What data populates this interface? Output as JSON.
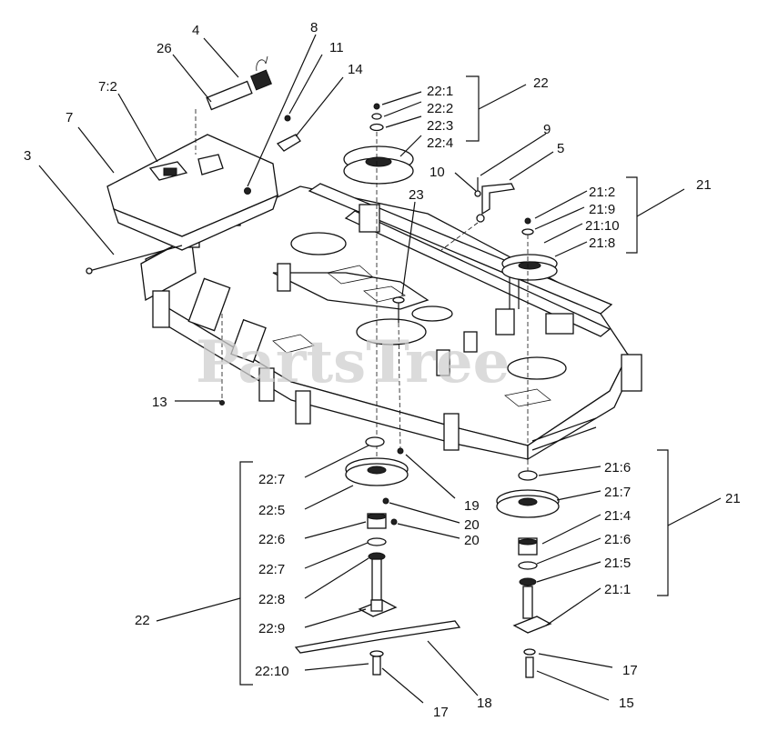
{
  "diagram": {
    "watermark": "PartsTree",
    "labels": {
      "l4": "4",
      "l26": "26",
      "l8": "8",
      "l11": "11",
      "l14": "14",
      "l7_2": "7:2",
      "l7": "7",
      "l3": "3",
      "l22_1": "22:1",
      "l22_2": "22:2",
      "l22_3": "22:3",
      "l22_4": "22:4",
      "l22_top": "22",
      "l9": "9",
      "l5": "5",
      "l10": "10",
      "l23": "23",
      "l21_2": "21:2",
      "l21_9": "21:9",
      "l21_10": "21:10",
      "l21_8": "21:8",
      "l21_top": "21",
      "l13": "13",
      "l22_7a": "22:7",
      "l22_5": "22:5",
      "l22_6": "22:6",
      "l22_7b": "22:7",
      "l22_8": "22:8",
      "l22_9": "22:9",
      "l22_10": "22:10",
      "l22_bot": "22",
      "l19": "19",
      "l20a": "20",
      "l20b": "20",
      "l21_6a": "21:6",
      "l21_7": "21:7",
      "l21_4": "21:4",
      "l21_6b": "21:6",
      "l21_5": "21:5",
      "l21_1": "21:1",
      "l21_bot": "21",
      "l17a": "17",
      "l17b": "17",
      "l15": "15",
      "l18": "18"
    }
  }
}
